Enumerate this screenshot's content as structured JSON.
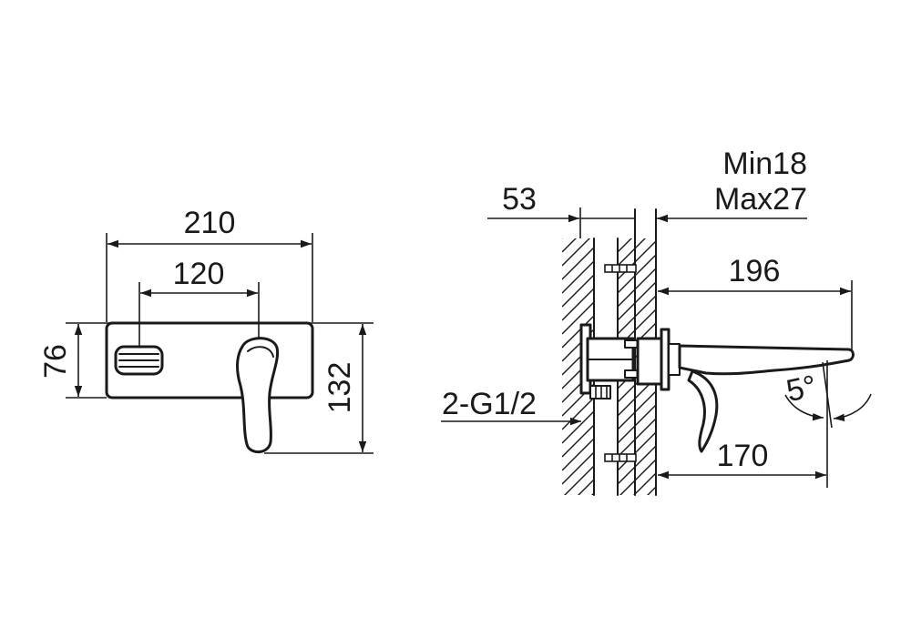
{
  "front_view": {
    "width_overall": "210",
    "center_distance": "120",
    "plate_height": "76",
    "total_height": "132"
  },
  "side_view": {
    "wall_depth": "53",
    "adjust_min": "Min18",
    "adjust_max": "Max27",
    "spout_length": "196",
    "spout_reach": "170",
    "connection": "2-G1/2",
    "tilt_angle": "5°"
  },
  "colors": {
    "line": "#1a1a1a",
    "background": "#ffffff"
  }
}
